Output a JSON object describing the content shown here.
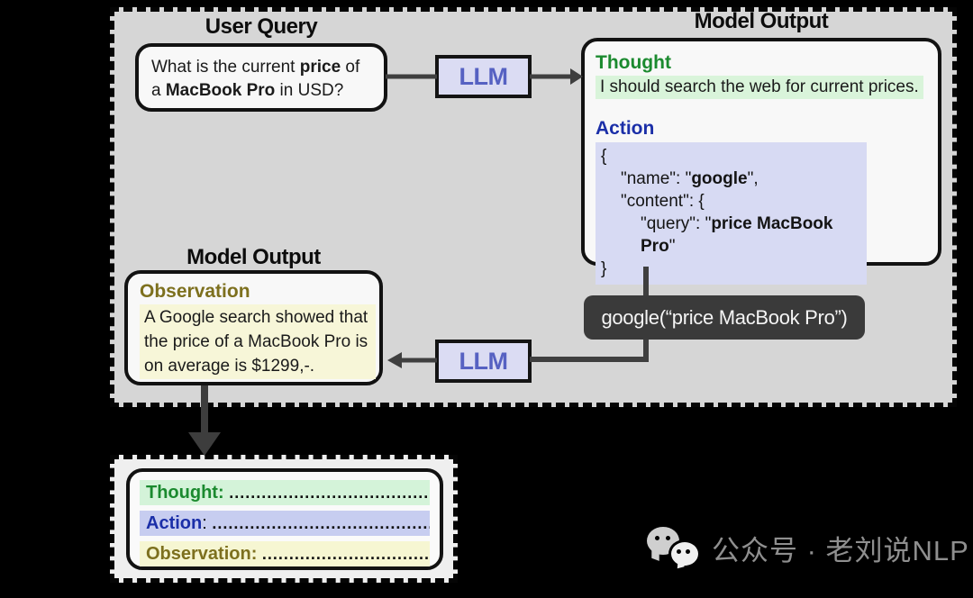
{
  "stage": {
    "user_query": {
      "title": "User Query",
      "body": {
        "t1": "What is the current ",
        "b1": "price",
        "t2": " of a ",
        "b2": "MacBook Pro",
        "t3": " in USD?"
      }
    },
    "llm_top_label": "LLM",
    "llm_bottom_label": "LLM",
    "model_output_top": {
      "title": "Model Output",
      "thought_label": "Thought",
      "thought_text": "I should search the web for current prices.",
      "action_label": "Action",
      "action_code": {
        "l1": "{",
        "l2": {
          "t1": "\"name\": \"",
          "b": "google",
          "t2": "\","
        },
        "l3": "\"content\": {",
        "l4": {
          "t1": "\"query\": \"",
          "b": "price MacBook Pro",
          "t2": "\""
        },
        "l5": "}"
      }
    },
    "tool_call_text": "google(“price MacBook Pro”)",
    "model_output_left": {
      "title": "Model Output",
      "observation_label": "Observation",
      "observation_text": "A Google search showed that the price of a MacBook Pro is on average is $1299,-."
    }
  },
  "result_box": {
    "thought_label": "Thought:",
    "thought_dots": "..............................................",
    "action_label": "Action",
    "action_sep": ": ",
    "action_dots": "..............................................",
    "observation_label": "Observation:",
    "observation_dots": "........................................"
  },
  "watermark": {
    "text": "公众号 · 老刘说NLP"
  },
  "colors": {
    "stage_bg": "#d6d6d6",
    "thought_green": "#1b8a2f",
    "thought_highlight": "#d9f4da",
    "action_blue": "#1b2fa8",
    "action_highlight": "#d7daf3",
    "observation_olive": "#7d701e",
    "observation_highlight": "#f7f6d8",
    "llm_text_blue": "#5661c2",
    "llm_box_fill": "#dbdcf3",
    "tool_box_dark": "#3a3a3a",
    "arrow_gray": "#3f3f3f"
  }
}
